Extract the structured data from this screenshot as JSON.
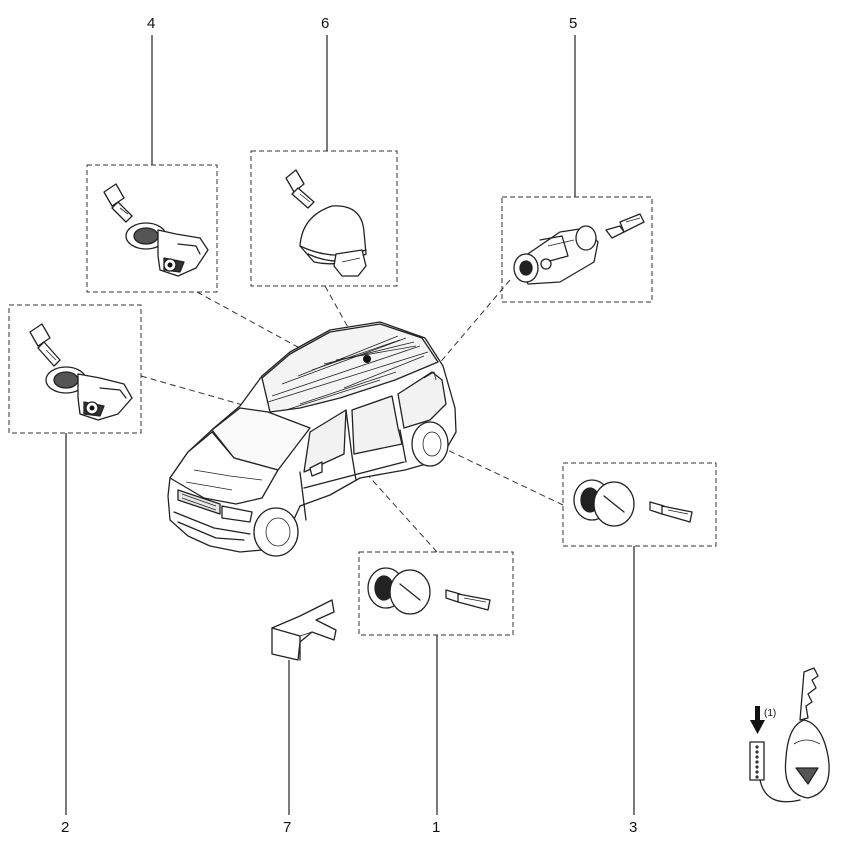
{
  "callouts": {
    "c1": "1",
    "c2": "2",
    "c3": "3",
    "c4": "4",
    "c5": "5",
    "c6": "6",
    "c7": "7"
  },
  "key_note": "(1)",
  "colors": {
    "ink": "#222222",
    "paper": "#ffffff",
    "shade": "#555555"
  }
}
